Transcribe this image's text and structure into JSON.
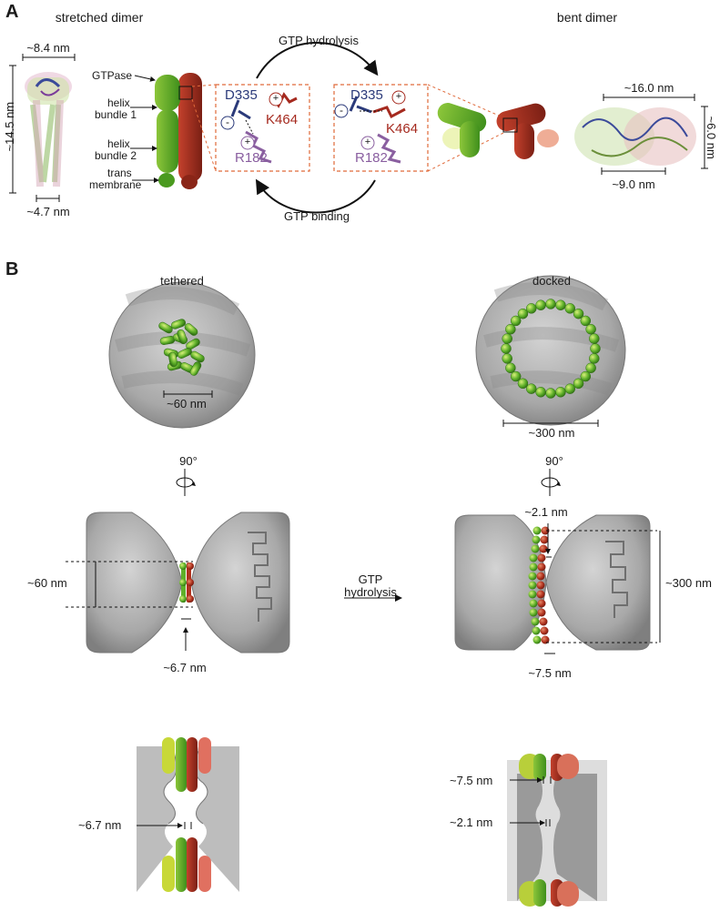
{
  "panel_a": {
    "letter": "A",
    "stretched_title": "stretched dimer",
    "bent_title": "bent dimer",
    "dim_top": "~8.4 nm",
    "dim_height": "~14.5 nm",
    "dim_bottom": "~4.7 nm",
    "domains": {
      "gtpase": "GTPase",
      "helix1_a": "helix",
      "helix1_b": "bundle 1",
      "helix2_a": "helix",
      "helix2_b": "bundle 2",
      "tm_a": "trans",
      "tm_b": "membrane"
    },
    "gtp_hydrolysis": "GTP hydrolysis",
    "gtp_binding": "GTP binding",
    "residue_d335": "D335",
    "residue_k464": "K464",
    "residue_r182": "R182",
    "minus_sign": "-",
    "plus_sign": "+",
    "bent_width": "~16.0 nm",
    "bent_height": "~6.0 nm",
    "bent_bottom": "~9.0 nm"
  },
  "panel_b": {
    "letter": "B",
    "tethered": "tethered",
    "docked": "docked",
    "tethered_dim": "~60 nm",
    "docked_dim": "~300 nm",
    "rotation_left": "90°",
    "rotation_right": "90°",
    "side_left_dim": "~60 nm",
    "side_left_gap": "~6.7 nm",
    "arrow_a": "GTP",
    "arrow_b": "hydrolysis",
    "side_right_top": "~2.1 nm",
    "side_right_dim": "~300 nm",
    "side_right_gap": "~7.5 nm",
    "bottom_left_gap": "~6.7 nm",
    "bottom_right_gap1": "~7.5 nm",
    "bottom_right_gap2": "~2.1 nm"
  },
  "colors": {
    "green": "#4caf2a",
    "red": "#a52a1f",
    "navy": "#2b3a7a",
    "purple": "#8a5fa0",
    "orange_dash": "#e06a3a",
    "vesicle": "#9c9c9c"
  }
}
